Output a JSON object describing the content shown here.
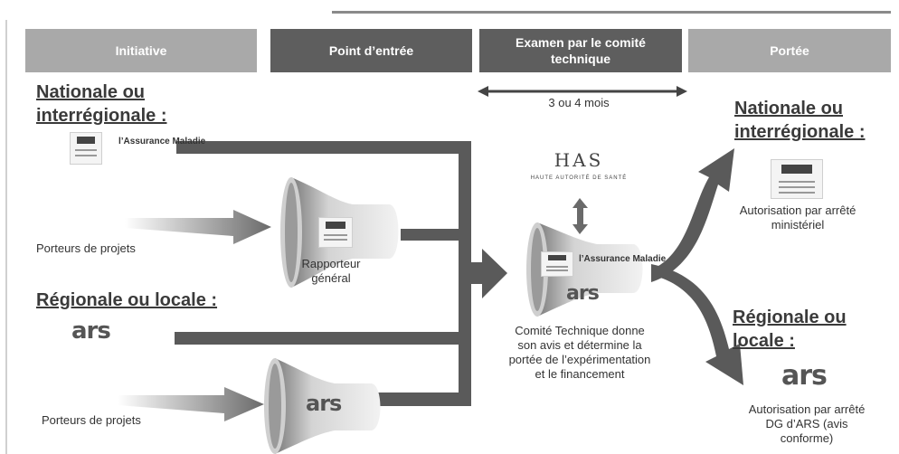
{
  "headers": {
    "initiative": "Initiative",
    "point_entree": "Point d’entrée",
    "examen": "Examen par le comité technique",
    "portee": "Portée"
  },
  "duration": "3 ou 4 mois",
  "left": {
    "national": "Nationale ou interrégionale :",
    "porteurs_1": "Porteurs de projets",
    "regional": "Régionale ou locale :",
    "porteurs_2": "Porteurs de projets",
    "rapporteur": "Rapporteur général"
  },
  "center": {
    "has_title": "HAS",
    "has_subtitle": "HAUTE AUTORITÉ DE SANTÉ",
    "comite": "Comité Technique donne son avis et détermine la portée de l’expérimentation et le financement"
  },
  "right": {
    "national": "Nationale ou interrégionale :",
    "autorisation_ministerielle": "Autorisation par arrêté ministériel",
    "regional": "Régionale ou locale :",
    "autorisation_ars": "Autorisation par arrêté DG d’ARS (avis conforme)"
  },
  "logos": {
    "assurance_maladie": "l’Assurance Maladie",
    "ars": "ars"
  },
  "colors": {
    "header_light": "#a9a9a9",
    "header_dark": "#5e5e5e",
    "flow": "#5a5a5a"
  }
}
